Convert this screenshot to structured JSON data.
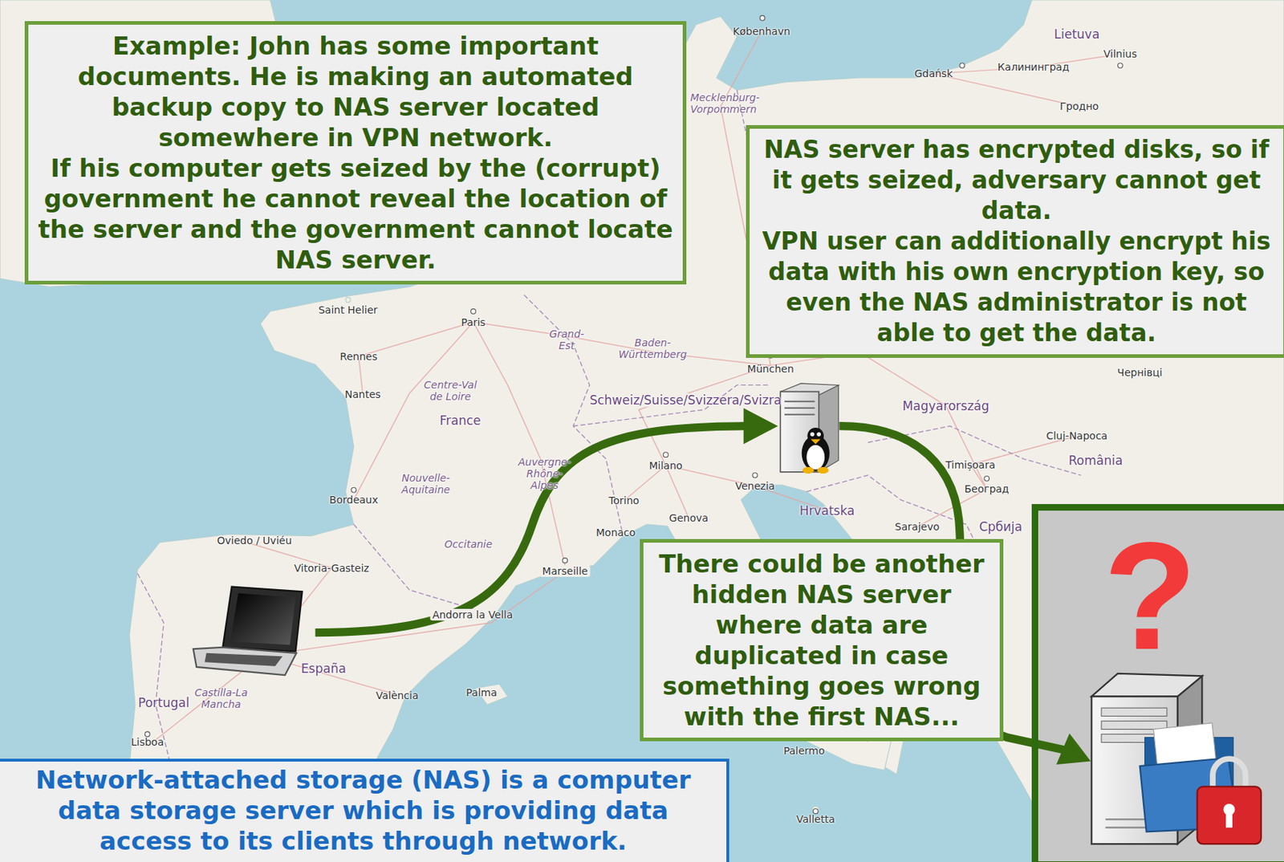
{
  "diagram": {
    "nodes": [
      {
        "text": [
          "Example: John has some important documents. He is making an automated backup copy to NAS server located somewhere in VPN network.",
          "If his computer gets seized by the (corrupt) government he cannot reveal the location of the server and the government cannot locate NAS server."
        ]
      },
      {
        "text": [
          "NAS server has encrypted disks, so if it gets seized, adversary cannot get data.",
          "VPN user can additionally encrypt his data with his own encryption key, so even the NAS administrator is not able to get the data."
        ]
      },
      {
        "text": [
          "There could be another hidden NAS server where data are duplicated in case something goes wrong with the first NAS..."
        ]
      },
      {
        "text": [
          "?"
        ]
      },
      {
        "text": [
          "Network-attached storage (NAS) is a computer data storage server which is providing data access to its clients through network."
        ]
      }
    ],
    "labels": [
      "København",
      "Lietuva",
      "Vilnius",
      "Gdańsk",
      "Калининград",
      "Гродно",
      "Mecklenburg-Vorpommern",
      "Saint Helier",
      "Paris",
      "Rennes",
      "Nantes",
      "Centre-Val de Loire",
      "France",
      "Grand-Est",
      "Baden-Württemberg",
      "München",
      "Schweiz/Suisse/Svizzera/Svizra",
      "Magyarország",
      "Cluj-Napoca",
      "România",
      "Timișoara",
      "Београд",
      "Hrvatska",
      "Sarajevo",
      "Србија",
      "Milano",
      "Venezia",
      "Torino",
      "Genova",
      "Monaco",
      "Auvergne-Rhône-Alpes",
      "Nouvelle-Aquitaine",
      "Bordeaux",
      "Occitanie",
      "Marseille",
      "Oviedo / Uviéu",
      "Vitoria-Gasteiz",
      "Andorra la Vella",
      "España",
      "Castilla-La Mancha",
      "València",
      "Palma",
      "Portugal",
      "Lisboa",
      "Palermo",
      "Valletta",
      "Чернівці"
    ]
  }
}
